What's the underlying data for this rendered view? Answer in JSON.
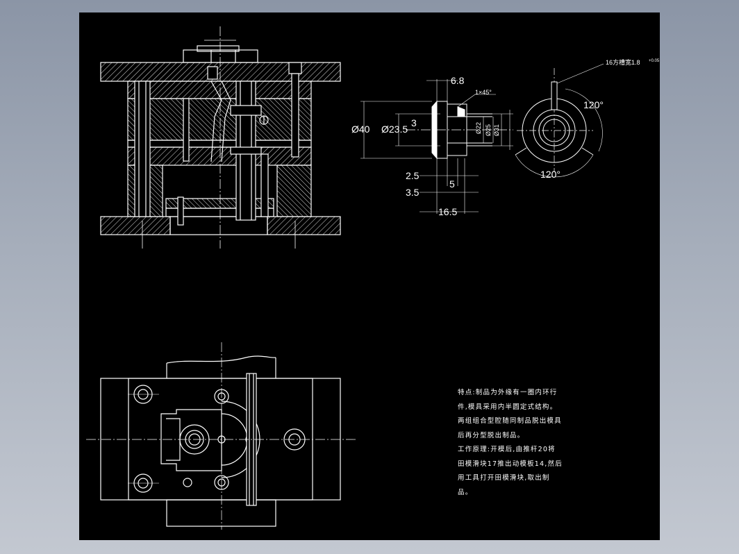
{
  "window": {
    "background": "#9aa3b2",
    "sheet_color": "#000000",
    "line_color": "#ffffff"
  },
  "part_view": {
    "dims": {
      "d1": "6.8",
      "d2": "1×45°",
      "d3": "3",
      "d4": "Ø40",
      "d5": "Ø23.5",
      "d6": "2.5",
      "d7": "3.5",
      "d8": "5",
      "d9": "16.5",
      "d10": "Ø22",
      "d11": "Ø25",
      "d12": "Ø31"
    }
  },
  "end_view": {
    "note": "16方槽宽1.8",
    "tolerance": "+0.05",
    "angle1": "120°",
    "angle2": "120°"
  },
  "notes": [
    "特点:制品为外缘有一圈内环行",
    "件,模具采用内半圆定式结构。",
    "两组组合型腔随同制品脱出模具",
    "后再分型脱出制品。",
    "工作原理:开模后,由推杆20将",
    "田模滑块17推出动模板14,然后",
    "用工具打开田模滑块,取出制",
    "品。"
  ]
}
